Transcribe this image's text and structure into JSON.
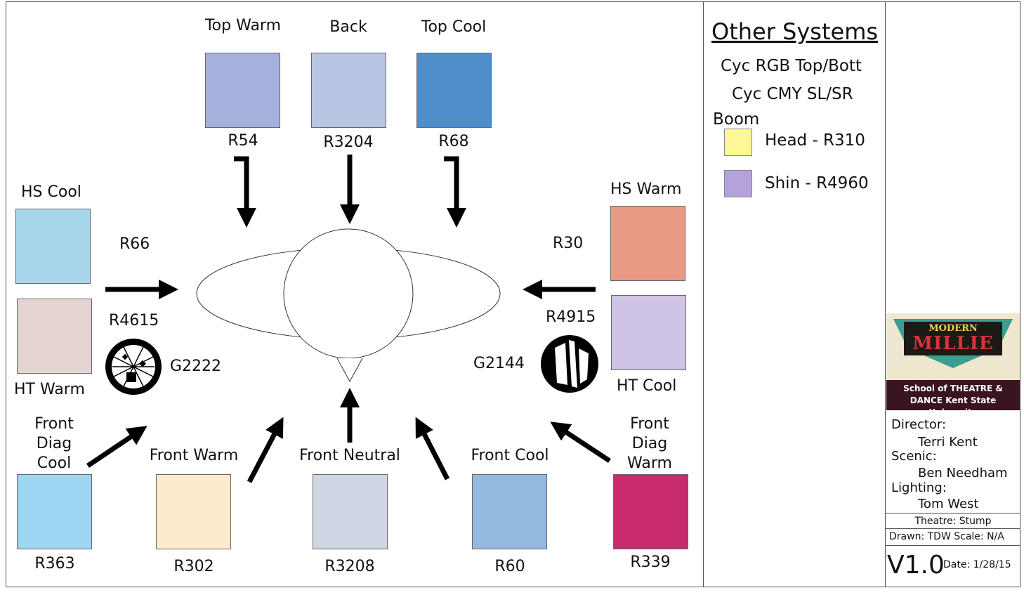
{
  "top": [
    {
      "name": "Top Warm",
      "gel": "R54",
      "color": "#a5b0dc"
    },
    {
      "name": "Back",
      "gel": "R3204",
      "color": "#b8c6e3"
    },
    {
      "name": "Top Cool",
      "gel": "R68",
      "color": "#4d8ecb"
    }
  ],
  "left": {
    "hs_cool": {
      "name": "HS Cool",
      "gel": "R66",
      "color": "#a8d6ea"
    },
    "ht_warm": {
      "name": "HT Warm",
      "gel": "R4615",
      "color": "#e6d4d2"
    },
    "gobo": "G2222"
  },
  "right": {
    "hs_warm": {
      "name": "HS Warm",
      "gel": "R30",
      "color": "#e99a85"
    },
    "ht_cool": {
      "name": "HT Cool",
      "gel": "R4915",
      "color": "#cfc4e6"
    },
    "gobo": "G2144"
  },
  "front": [
    {
      "name": "Front Diag Cool",
      "gel": "R363",
      "color": "#9dd6f2"
    },
    {
      "name": "Front Warm",
      "gel": "R302",
      "color": "#fcebcc"
    },
    {
      "name": "Front Neutral",
      "gel": "R3208",
      "color": "#cfd5e2"
    },
    {
      "name": "Front Cool",
      "gel": "R60",
      "color": "#94b9de"
    },
    {
      "name": "Front Diag Warm",
      "gel": "R339",
      "color": "#c92c6c"
    }
  ],
  "other": {
    "title": "Other Systems",
    "items": [
      "Cyc RGB Top/Bott",
      "Cyc CMY SL/SR"
    ],
    "boom_label": "Boom",
    "boom": [
      {
        "label": "Head - R310",
        "color": "#fdf893"
      },
      {
        "label": "Shin - R4960",
        "color": "#b4a2dc"
      }
    ]
  },
  "title_block": {
    "logo_text": "Thoroughly MODERN MILLIE",
    "school_text": "School of THEATRE & DANCE Kent State University",
    "director_label": "Director:",
    "director": "Terri Kent",
    "scenic_label": "Scenic:",
    "scenic": "Ben Needham",
    "lighting_label": "Lighting:",
    "lighting": "Tom West",
    "theatre": "Theatre: Stump",
    "drawn": "Drawn: TDW Scale: N/A",
    "version": "V1.0",
    "date": "Date: 1/28/15"
  }
}
